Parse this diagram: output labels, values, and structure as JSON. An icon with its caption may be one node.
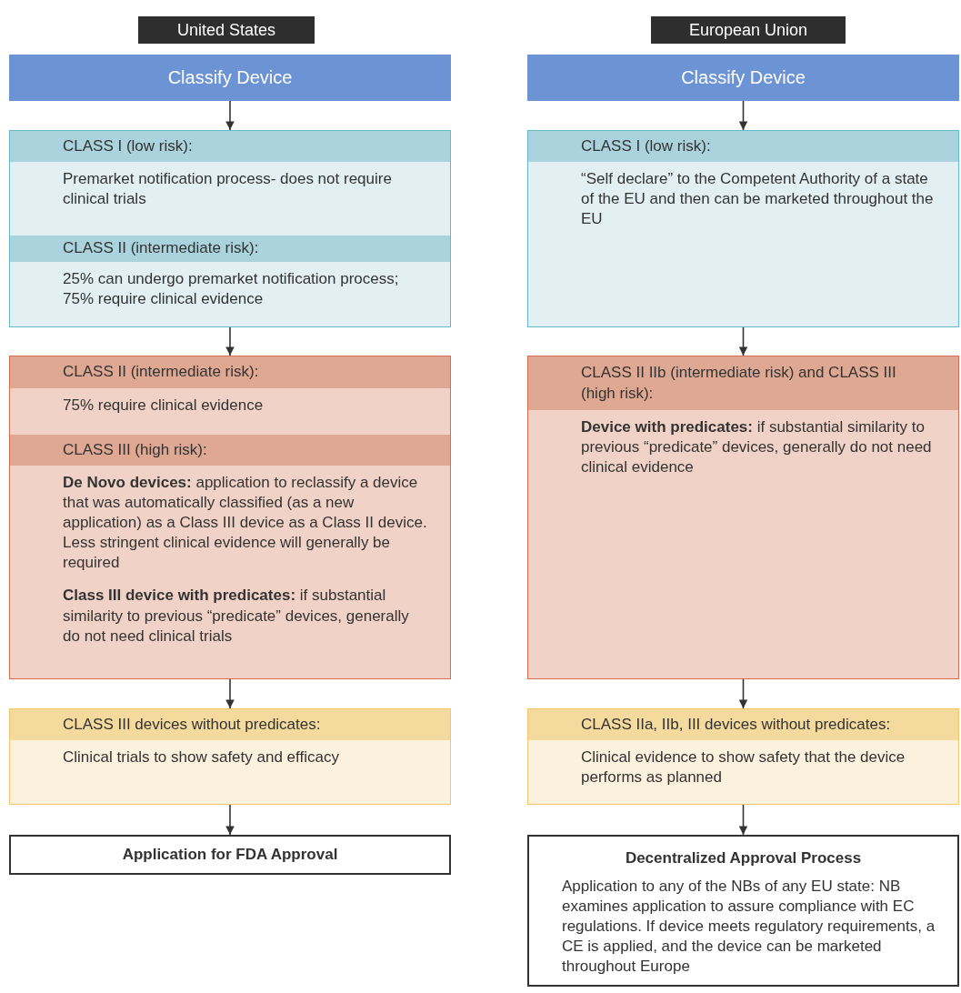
{
  "diagram": {
    "nodes": [
      {
        "text": [
          "United States"
        ]
      },
      {
        "text": [
          "European Union"
        ]
      },
      {
        "text": [
          "Classify Device"
        ]
      },
      {
        "text": [
          "Classify Device"
        ]
      },
      {
        "text": [
          "CLASS I (low risk):",
          "Premarket notification process- does not require clinical trials",
          "CLASS II (intermediate risk):",
          "25% can undergo premarket notification process; 75% require clinical evidence"
        ]
      },
      {
        "text": [
          "CLASS I (low risk):",
          "“Self declare” to the Competent Authority of a state of the EU and then can be marketed throughout the EU"
        ]
      },
      {
        "text": [
          "CLASS II (intermediate risk):",
          "75% require clinical evidence",
          "CLASS III (high risk):",
          "**De Novo devices:** application to reclassify a device that was automatically classified (as a new application) as a Class III device as a Class II device. Less stringent clinical evidence will generally be required",
          "**Class III device with predicates:** if substantial similarity to previous “predicate” devices, generally do not need clinical trials"
        ]
      },
      {
        "text": [
          "CLASS II IIb (intermediate risk) and CLASS III (high risk):",
          "**Device with predicates:** if substantial similarity to previous “predicate” devices, generally do not need clinical evidence"
        ]
      },
      {
        "text": [
          "CLASS III devices without predicates:",
          "Clinical trials to show safety and efficacy"
        ]
      },
      {
        "text": [
          "CLASS IIa, IIb, III devices without predicates:",
          "Clinical evidence to show safety that the device performs as planned"
        ]
      },
      {
        "text": [
          "Application for FDA Approval"
        ]
      },
      {
        "text": [
          "Decentralized Approval Process",
          "Application to any of the NBs of any EU state: NB examines application to assure compliance with EC regulations. If device meets regulatory requirements, a CE is applied, and the device can be marketed throughout Europe"
        ]
      }
    ],
    "edges": [
      {
        "from": 2,
        "to": 4,
        "arrow": "to"
      },
      {
        "from": 4,
        "to": 6,
        "arrow": "to"
      },
      {
        "from": 6,
        "to": 8,
        "arrow": "to"
      },
      {
        "from": 8,
        "to": 10,
        "arrow": "to"
      },
      {
        "from": 3,
        "to": 5,
        "arrow": "to"
      },
      {
        "from": 5,
        "to": 7,
        "arrow": "to"
      },
      {
        "from": 7,
        "to": 9,
        "arrow": "to"
      },
      {
        "from": 9,
        "to": 11,
        "arrow": "to"
      }
    ]
  }
}
